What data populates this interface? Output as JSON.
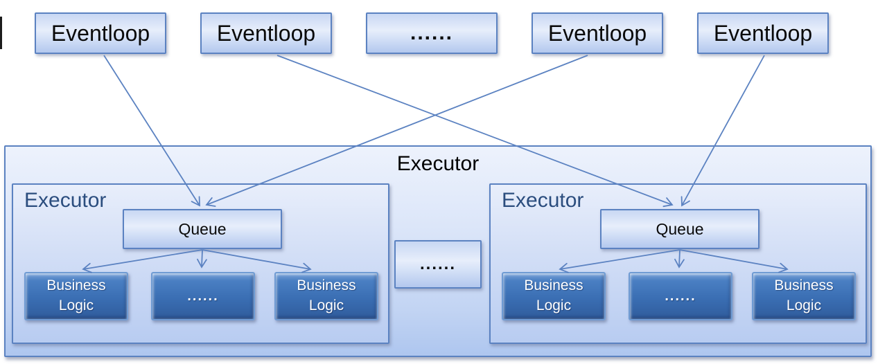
{
  "diagram": {
    "eventloop_row": [
      {
        "label": "Eventloop"
      },
      {
        "label": "Eventloop"
      },
      {
        "label": "......"
      },
      {
        "label": "Eventloop"
      },
      {
        "label": "Eventloop"
      }
    ],
    "outer_executor": {
      "title": "Executor"
    },
    "left_executor": {
      "title": "Executor",
      "queue": "Queue",
      "workers": [
        "Business Logic",
        "......",
        "Business Logic"
      ]
    },
    "right_executor": {
      "title": "Executor",
      "queue": "Queue",
      "workers": [
        "Business Logic",
        "......",
        "Business Logic"
      ]
    },
    "between_executors_ellipsis": "......",
    "colors": {
      "connector_line": "#5b82c1",
      "box_border": "#5b82c1",
      "light_box_fill_top": "#e7eefb",
      "light_box_fill_bottom": "#b3c8ee",
      "dark_box_fill": "#3a6eb3",
      "inner_title_text": "#2b4d7e",
      "outer_title_text": "#000000",
      "worker_text": "#ffffff"
    }
  }
}
